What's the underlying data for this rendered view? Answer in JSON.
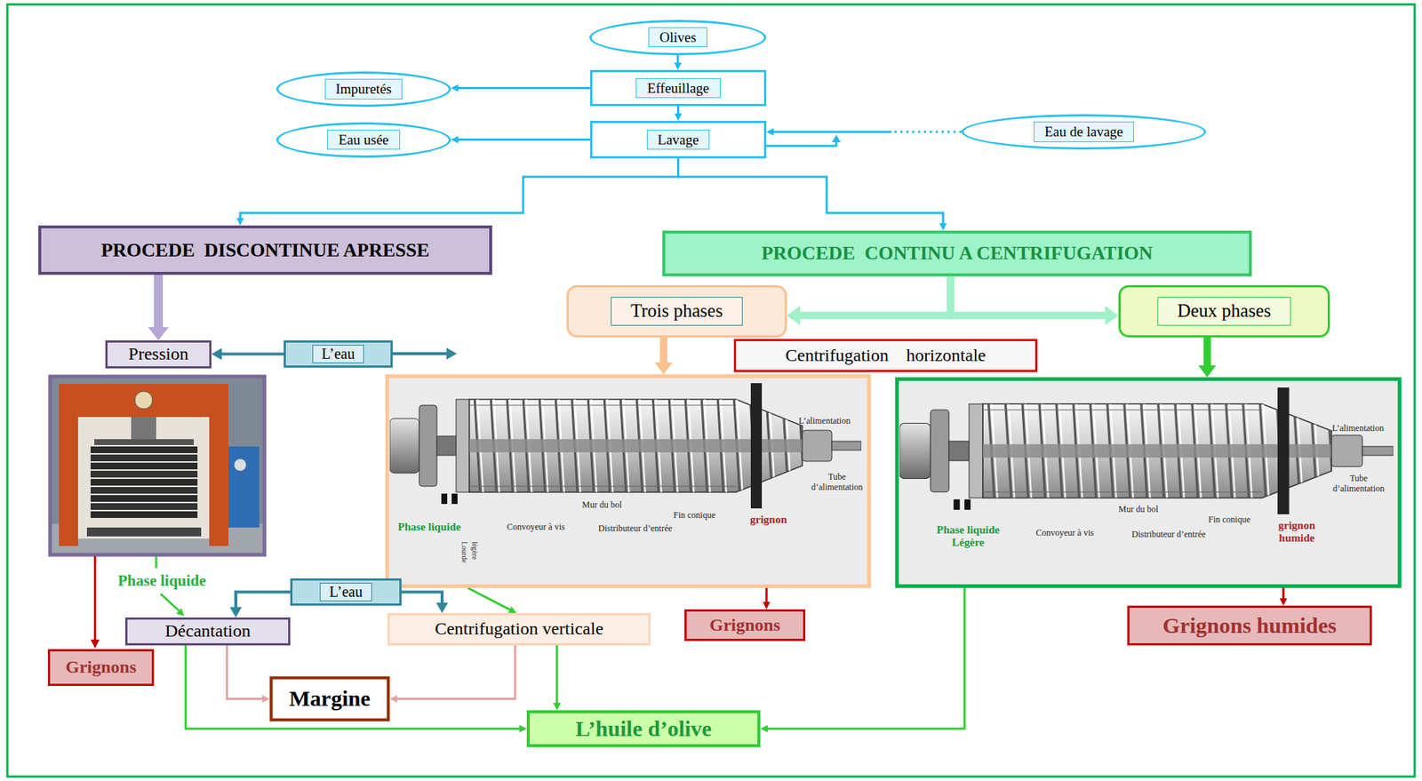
{
  "diagram": {
    "nodes": [
      {
        "text": [
          "Olives"
        ]
      },
      {
        "text": [
          "Impuretés"
        ]
      },
      {
        "text": [
          "Effeuillage"
        ]
      },
      {
        "text": [
          "Eau usée"
        ]
      },
      {
        "text": [
          "Lavage"
        ]
      },
      {
        "text": [
          "Eau de lavage"
        ]
      },
      {
        "text": [
          "PROCEDE  DISCONTINUE APRESSE"
        ]
      },
      {
        "text": [
          "PROCEDE  CONTINU A CENTRIFUGATION"
        ]
      },
      {
        "text": [
          "Trois phases"
        ]
      },
      {
        "text": [
          "Deux phases"
        ]
      },
      {
        "text": [
          "Centrifugation    horizontale"
        ]
      },
      {
        "text": [
          "Pression"
        ]
      },
      {
        "text": [
          "L’eau"
        ]
      },
      {
        "text": [
          "L’alimentation",
          "Tube d’alimentation",
          "Mur du bol",
          "Fin conique",
          "grignon",
          "Phase liquide",
          "Convoyeur à vis",
          "Distributeur d’entrée",
          "Lourde",
          "légère"
        ]
      },
      {
        "text": [
          "L’alimentation",
          "Tube d’alimentation",
          "Mur du bol",
          "Fin conique",
          "Phase liquide Légère",
          "grignon humide",
          "Convoyeur à vis",
          "Distributeur d’entrée"
        ]
      },
      {
        "text": [
          "L’eau"
        ]
      },
      {
        "text": [
          "Décantation"
        ]
      },
      {
        "text": [
          "Centrifugation verticale"
        ]
      },
      {
        "text": [
          "Grignons"
        ]
      },
      {
        "text": [
          "Margine"
        ]
      },
      {
        "text": [
          "Grignons"
        ]
      },
      {
        "text": [
          "Grignons humides"
        ]
      },
      {
        "text": [
          "L’huile d’olive"
        ]
      }
    ],
    "edges": [
      {
        "from": 0,
        "to": 2,
        "arrow": "to"
      },
      {
        "from": 2,
        "to": 1,
        "arrow": "to"
      },
      {
        "from": 2,
        "to": 4,
        "arrow": "to"
      },
      {
        "from": 4,
        "to": 3,
        "arrow": "to"
      },
      {
        "from": 5,
        "to": 4,
        "arrow": "to"
      },
      {
        "from": 4,
        "to": 6,
        "arrow": "to"
      },
      {
        "from": 4,
        "to": 7,
        "arrow": "to"
      },
      {
        "from": 6,
        "to": 11,
        "arrow": "to"
      },
      {
        "from": 7,
        "to": 8,
        "arrow": "to"
      },
      {
        "from": 7,
        "to": 9,
        "arrow": "to"
      },
      {
        "from": 8,
        "to": 13,
        "arrow": "to"
      },
      {
        "from": 9,
        "to": 14,
        "arrow": "to"
      },
      {
        "from": 12,
        "to": 11,
        "arrow": "to"
      },
      {
        "from": 13,
        "to": 17,
        "arrow": "to"
      },
      {
        "from": 13,
        "to": 20,
        "arrow": "to"
      },
      {
        "from": 14,
        "to": 21,
        "arrow": "to"
      },
      {
        "from": 14,
        "to": 22,
        "arrow": "to"
      },
      {
        "from": 15,
        "to": 16,
        "arrow": "to"
      },
      {
        "from": 15,
        "to": 17,
        "arrow": "to"
      },
      {
        "from": 16,
        "to": 19,
        "arrow": "to"
      },
      {
        "from": 17,
        "to": 19,
        "arrow": "to"
      },
      {
        "from": 16,
        "to": 22,
        "arrow": "to"
      },
      {
        "from": 17,
        "to": 22,
        "arrow": "to"
      }
    ],
    "labels": [
      "Phase liquide"
    ]
  }
}
